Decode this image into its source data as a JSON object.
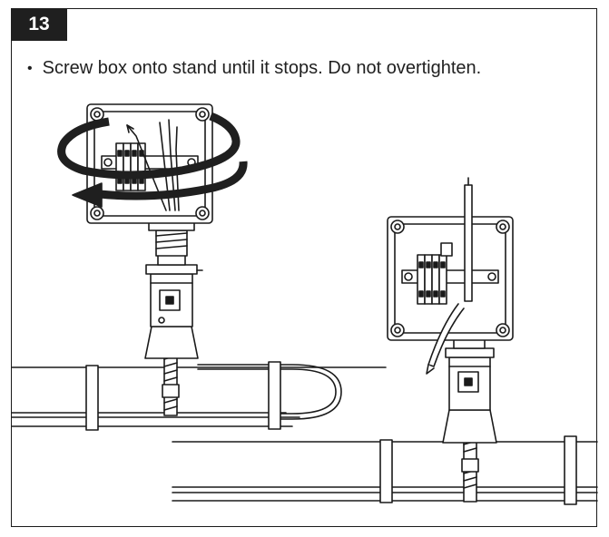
{
  "step": {
    "number": "13"
  },
  "instruction": {
    "bullet": "•",
    "text": "Screw box onto stand until it stops. Do not overtighten."
  },
  "figure": {
    "stroke_color": "#1a1a1a",
    "fill_color": "#ffffff",
    "accent_color": "#1f1f1f",
    "icons": [
      "junction-box",
      "terminal-block",
      "rotation-arrow",
      "stand",
      "pipe",
      "pipe-strap",
      "heating-cable"
    ]
  }
}
